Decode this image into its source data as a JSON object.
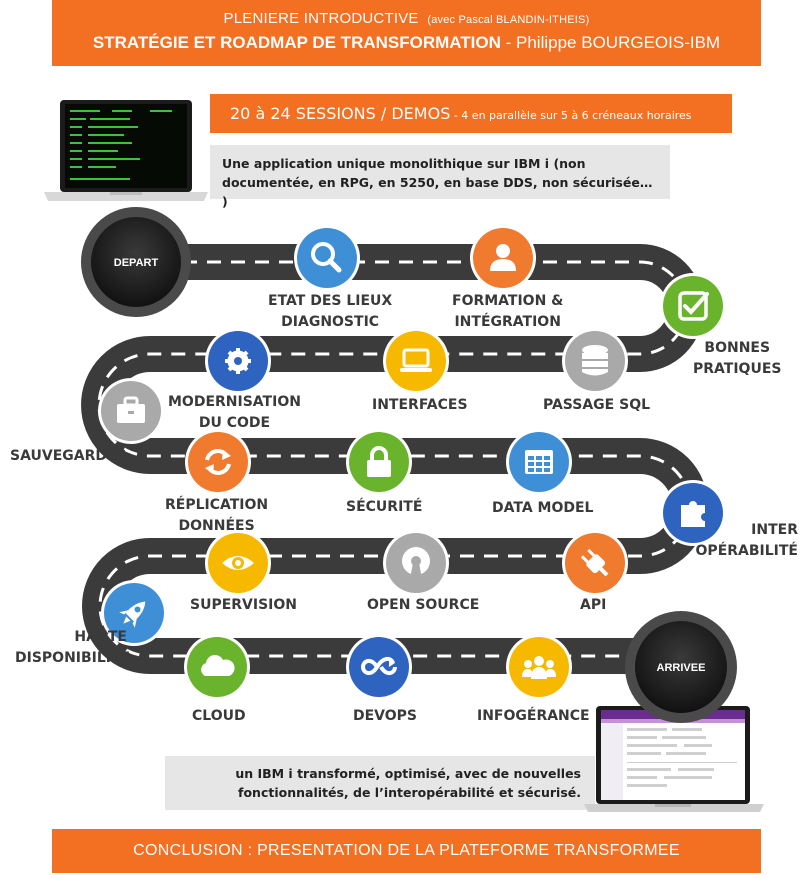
{
  "header": {
    "line1_main": "PLENIERE INTRODUCTIVE",
    "line1_sub": "(avec Pascal BLANDIN-ITHEIS)",
    "line2_bold": "STRATÉGIE ET ROADMAP DE TRANSFORMATION",
    "line2_rest": " - Philippe BOURGEOIS-IBM"
  },
  "sessions": {
    "main": "20 à 24 SESSIONS / DEMOS",
    "sub": " - 4 en parallèle sur 5 à 6 créneaux horaires"
  },
  "intro": {
    "line1": "Une application unique monolithique sur IBM i (non",
    "line2": "documentée, en RPG, en 5250, en base DDS, non sécurisée… )"
  },
  "outro": {
    "line1": "un IBM i transformé, optimisé,  avec de nouvelles",
    "line2": "fonctionnalités, de l’interopérabilité et sécurisé."
  },
  "footer": {
    "text": "CONCLUSION : PRESENTATION DE LA PLATEFORME TRANSFORMEE"
  },
  "start": {
    "label": "DEPART"
  },
  "finish": {
    "label": "ARRIVEE"
  },
  "steps": [
    {
      "id": "diagnostic",
      "line1": "ETAT DES LIEUX",
      "line2": "DIAGNOSTIC",
      "icon": "search-icon",
      "color": "#3f8fd6"
    },
    {
      "id": "formation",
      "line1": "FORMATION &",
      "line2": "INTÉGRATION",
      "icon": "user-icon",
      "color": "#f07a2e"
    },
    {
      "id": "bonnes",
      "line1": "BONNES",
      "line2": "PRATIQUES",
      "icon": "checkbox-icon",
      "color": "#6ab42d"
    },
    {
      "id": "sql",
      "line1": "PASSAGE SQL",
      "line2": "",
      "icon": "database-icon",
      "color": "#a9a9a9"
    },
    {
      "id": "interfaces",
      "line1": "INTERFACES",
      "line2": "",
      "icon": "laptop-icon",
      "color": "#f6b900"
    },
    {
      "id": "modernisation",
      "line1": "MODERNISATION",
      "line2": "DU CODE",
      "icon": "gear-icon",
      "color": "#2f63c0"
    },
    {
      "id": "sauvegardes",
      "line1": "SAUVEGARDES",
      "line2": "",
      "icon": "briefcase-icon",
      "color": "#a9a9a9"
    },
    {
      "id": "replication",
      "line1": "RÉPLICATION",
      "line2": "DONNÉES",
      "icon": "refresh-icon",
      "color": "#f07a2e"
    },
    {
      "id": "securite",
      "line1": "SÉCURITÉ",
      "line2": "",
      "icon": "lock-icon",
      "color": "#6ab42d"
    },
    {
      "id": "datamodel",
      "line1": "DATA MODEL",
      "line2": "",
      "icon": "table-icon",
      "color": "#3f8fd6"
    },
    {
      "id": "interop",
      "line1": "INTER",
      "line2": "OPÉRABILITÉ",
      "icon": "puzzle-icon",
      "color": "#2f63c0"
    },
    {
      "id": "api",
      "line1": "API",
      "line2": "",
      "icon": "plug-icon",
      "color": "#f07a2e"
    },
    {
      "id": "opensource",
      "line1": "OPEN SOURCE",
      "line2": "",
      "icon": "opensource-icon",
      "color": "#a9a9a9"
    },
    {
      "id": "supervision",
      "line1": "SUPERVISION",
      "line2": "",
      "icon": "eye-icon",
      "color": "#f6b900"
    },
    {
      "id": "haute",
      "line1": "HAUTE",
      "line2": "DISPONIBILITÉ",
      "icon": "rocket-icon",
      "color": "#3f8fd6"
    },
    {
      "id": "cloud",
      "line1": "CLOUD",
      "line2": "",
      "icon": "cloud-icon",
      "color": "#6ab42d"
    },
    {
      "id": "devops",
      "line1": "DEVOPS",
      "line2": "",
      "icon": "infinity-icon",
      "color": "#2f63c0"
    },
    {
      "id": "infogerance",
      "line1": "INFOGÉRANCE",
      "line2": "",
      "icon": "team-icon",
      "color": "#f6b900"
    }
  ]
}
